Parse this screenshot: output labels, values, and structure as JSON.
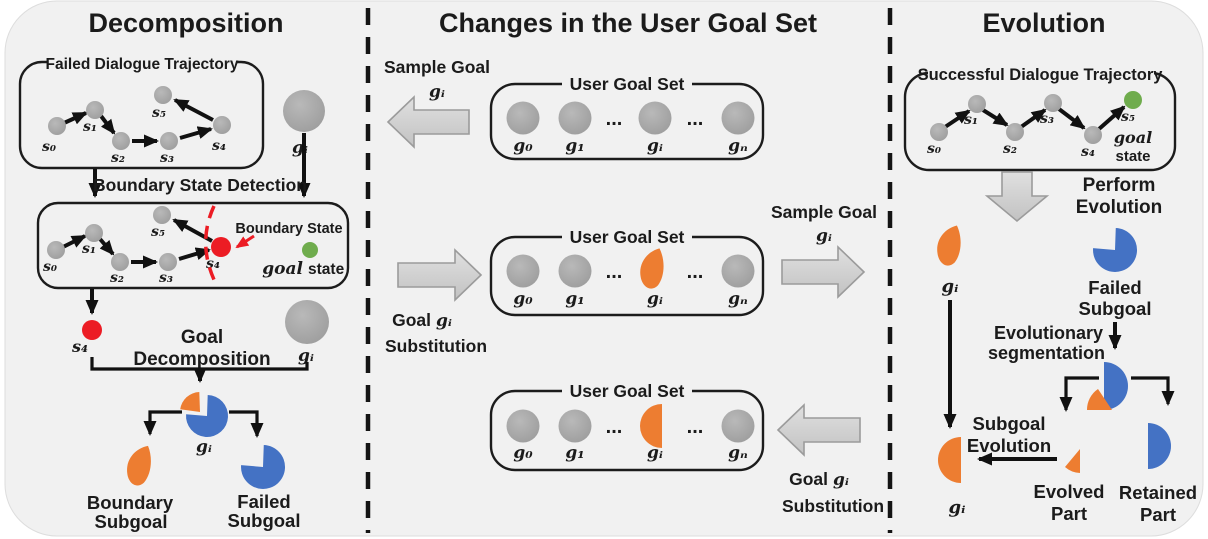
{
  "colors": {
    "orange": "#ED7D31",
    "blue": "#4472C4",
    "gray": "#A6A6A6",
    "red": "#EC1C24",
    "green_dot": "#6FAC4D",
    "green_text": "#7BBA59",
    "panel_bg": "#F1F1F1",
    "divider": "#141414",
    "block_arrow_fill": "#CFCFCF"
  },
  "left": {
    "title": "Decomposition",
    "box1_title": "Failed Dialogue Trajectory",
    "box1_nodes": [
      "s₀",
      "s₁",
      "s₂",
      "s₃",
      "s₄",
      "s₅"
    ],
    "arrow1_label": "Boundary State Detection",
    "gi_top": "gᵢ",
    "box2_nodes": [
      "s₀",
      "s₁",
      "s₂",
      "s₃",
      "s₄",
      "s₅"
    ],
    "boundary_state": "Boundary State",
    "goal_word": "goal",
    "state_word": "state",
    "s4": "s₄",
    "goal_label1": "Goal",
    "goal_label2": "Decomposition",
    "gi_mid": "gᵢ",
    "pie_gi": "gᵢ",
    "boundary_subgoal1": "Boundary",
    "boundary_subgoal2": "Subgoal",
    "failed_subgoal1": "Failed",
    "failed_subgoal2": "Subgoal"
  },
  "middle": {
    "title": "Changes in the User Goal Set",
    "sample_top1": "Sample Goal",
    "sample_top2": "gᵢ",
    "row1": {
      "title": "User Goal Set",
      "g0": "g₀",
      "g1": "g₁",
      "dots1": "...",
      "gi": "gᵢ",
      "dots2": "...",
      "gn": "gₙ"
    },
    "row2": {
      "title": "User Goal Set",
      "g0": "g₀",
      "g1": "g₁",
      "dots1": "...",
      "gi": "gᵢ",
      "dots2": "...",
      "gn": "gₙ"
    },
    "row3": {
      "title": "User Goal Set",
      "g0": "g₀",
      "g1": "g₁",
      "dots1": "...",
      "gi": "gᵢ",
      "dots2": "...",
      "gn": "gₙ"
    },
    "subst_mid1": "Goal",
    "subst_mid1b": "gᵢ",
    "subst_mid2": "Substitution",
    "sample_mid1": "Sample Goal",
    "sample_mid2": "gᵢ",
    "subst_bot1": "Goal",
    "subst_bot1b": "gᵢ",
    "subst_bot2": "Substitution"
  },
  "right": {
    "title": "Evolution",
    "box_title": "Successful Dialogue Trajectory",
    "nodes": [
      "s₀",
      "s₁",
      "s₂",
      "s₃",
      "s₄",
      "s₅"
    ],
    "goal_word": "goal",
    "state_word": "state",
    "perform1": "Perform",
    "perform2": "Evolution",
    "gi_top": "gᵢ",
    "failed1": "Failed",
    "failed2": "Subgoal",
    "seg1": "Evolutionary",
    "seg2": "segmentation",
    "subevo1": "Subgoal",
    "subevo2": "Evolution",
    "evolved1": "Evolved",
    "evolved2": "Part",
    "retained1": "Retained",
    "retained2": "Part",
    "gi_bottom": "gᵢ"
  }
}
